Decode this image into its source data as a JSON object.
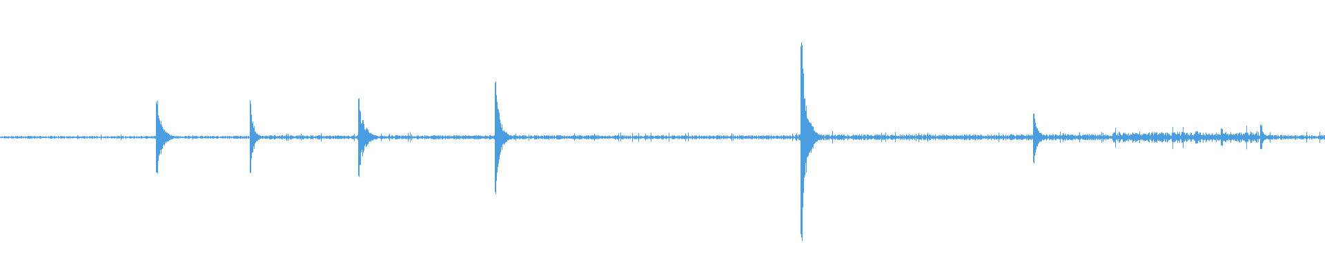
{
  "waveform": {
    "color": "#4a9de0",
    "background": "#ffffff",
    "peaks": [
      {
        "t": 0.1183,
        "amp": 0.29,
        "decay": 0.004
      },
      {
        "t": 0.1888,
        "amp": 0.29,
        "decay": 0.0025
      },
      {
        "t": 0.2704,
        "amp": 0.31,
        "decay": 0.0045
      },
      {
        "t": 0.3737,
        "amp": 0.45,
        "decay": 0.0035
      },
      {
        "t": 0.6046,
        "amp": 0.8,
        "decay": 0.004
      },
      {
        "t": 0.7798,
        "amp": 0.2,
        "decay": 0.0035
      },
      {
        "t": 0.9026,
        "amp": 0.05,
        "decay": 0.002
      },
      {
        "t": 0.9219,
        "amp": 0.07,
        "decay": 0.003
      },
      {
        "t": 0.9515,
        "amp": 0.1,
        "decay": 0.0025
      }
    ],
    "noise_zones": [
      {
        "from": 0.0,
        "to": 0.2,
        "amp": 0.012
      },
      {
        "from": 0.2,
        "to": 0.6,
        "amp": 0.018
      },
      {
        "from": 0.6,
        "to": 0.84,
        "amp": 0.025
      },
      {
        "from": 0.84,
        "to": 0.95,
        "amp": 0.045
      },
      {
        "from": 0.95,
        "to": 1.0,
        "amp": 0.02
      }
    ]
  }
}
